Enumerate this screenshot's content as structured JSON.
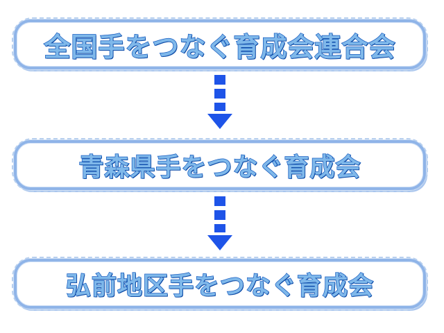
{
  "diagram": {
    "nodes": [
      {
        "id": "national",
        "label": "全国手をつなぐ育成会連合会"
      },
      {
        "id": "aomori",
        "label": "青森県手をつなぐ育成会"
      },
      {
        "id": "hirosaki",
        "label": "弘前地区手をつなぐ育成会"
      }
    ],
    "edges": [
      {
        "from": "national",
        "to": "aomori",
        "style": "dashed-arrow"
      },
      {
        "from": "aomori",
        "to": "hirosaki",
        "style": "dashed-arrow"
      }
    ],
    "colors": {
      "box_border": "#8fb4e8",
      "text_fill": "#7fb8ea",
      "text_outline": "#1a5fc2",
      "arrow": "#1e54e8"
    }
  }
}
